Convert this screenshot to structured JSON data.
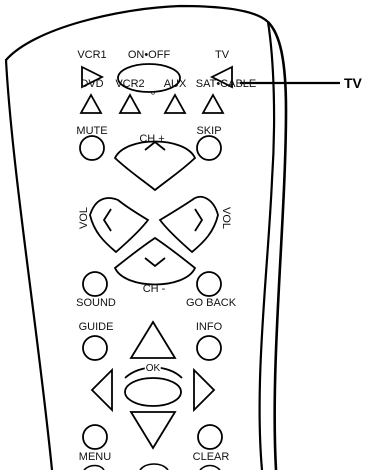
{
  "remote": {
    "labels": {
      "vcr1": "VCR1",
      "on_off": "ON•OFF",
      "tv": "TV",
      "dvd": "DVD",
      "vcr2": "VCR2",
      "aux": "AUX",
      "sat_cable": "SAT•CABLE",
      "mute": "MUTE",
      "skip": "SKIP",
      "ch_up": "CH +",
      "ch_down": "CH -",
      "vol_left": "VOL",
      "vol_right": "VOL",
      "sound": "SOUND",
      "go_back": "GO  BACK",
      "guide": "GUIDE",
      "info": "INFO",
      "ok": "OK",
      "menu": "MENU",
      "clear": "CLEAR"
    },
    "indicator_symbol": "°"
  },
  "callout": {
    "label": "TV"
  },
  "colors": {
    "outline": "#000000",
    "background": "#ffffff"
  }
}
